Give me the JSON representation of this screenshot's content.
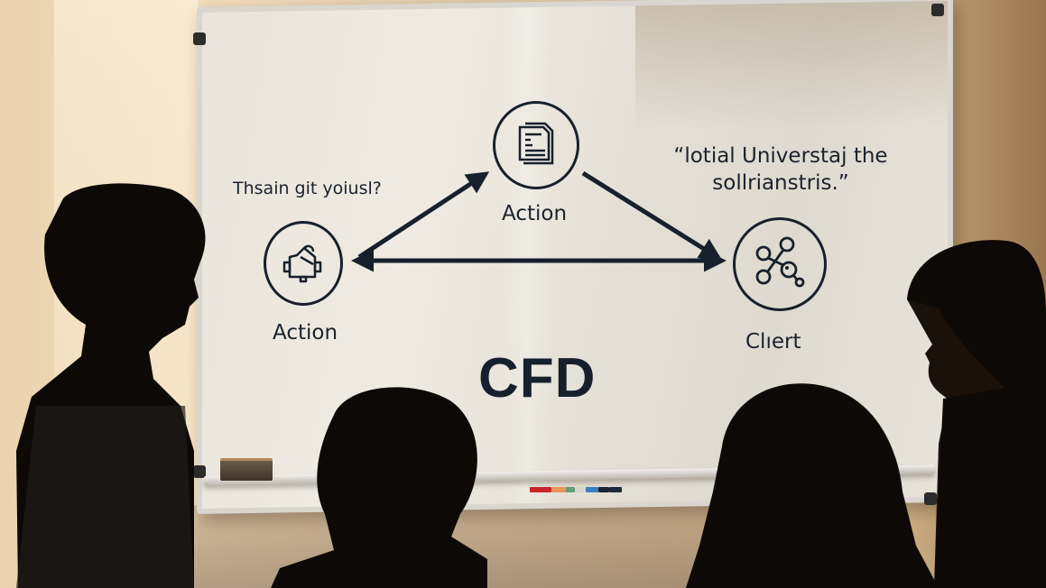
{
  "scene": {
    "description": "Four students in silhouette looking at a whiteboard diagram in a sunlit room",
    "colors": {
      "wall": "#e9d3b0",
      "board": "#ebe7df",
      "ink": "#17202c",
      "silhouette": "#0c0906"
    }
  },
  "whiteboard": {
    "title": "CFD",
    "question_text": "Thsain git yoiusl?",
    "quote_line_1": "“lotial Universtaj the",
    "quote_line_2": "sollrianstris.”",
    "nodes": [
      {
        "id": "left",
        "icon": "robot-hand-icon",
        "label": "Action"
      },
      {
        "id": "top",
        "icon": "document-icon",
        "label": "Action"
      },
      {
        "id": "right",
        "icon": "network-nodes-icon",
        "label": "Clıert"
      }
    ],
    "arrows": [
      {
        "from": "left",
        "to": "top",
        "direction": "to-top"
      },
      {
        "from": "top",
        "to": "right",
        "direction": "to-right"
      },
      {
        "from": "left",
        "to": "right",
        "direction": "bidirectional"
      }
    ],
    "markers": [
      {
        "color": "#c9252a"
      },
      {
        "color": "#e8955a"
      },
      {
        "color": "#6a9a7a"
      },
      {
        "color": "#d8d4cc"
      },
      {
        "color": "#3b7fc4"
      },
      {
        "color": "#1a2430"
      },
      {
        "color": "#1c2a3a"
      }
    ]
  }
}
